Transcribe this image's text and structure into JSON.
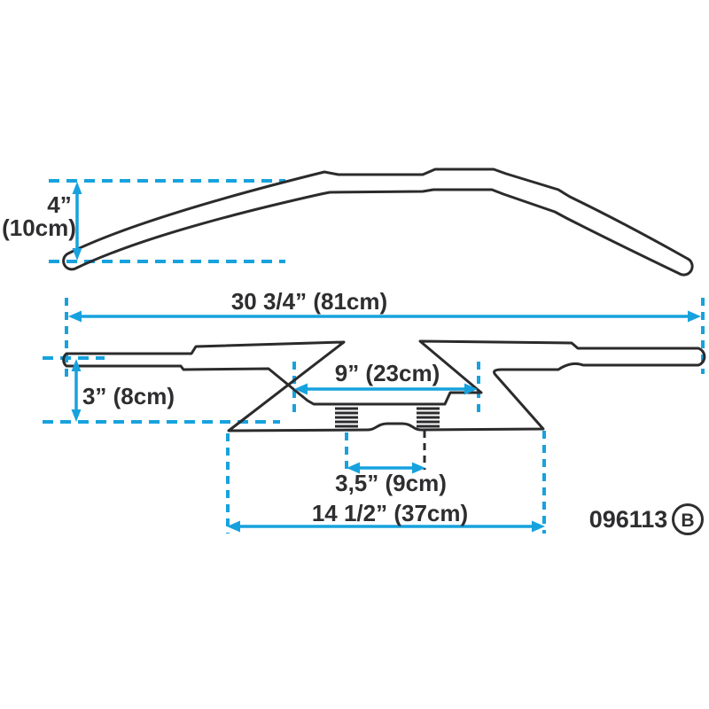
{
  "colors": {
    "accent_cyan": "#17A2DE",
    "ink": "#2B2B2D",
    "text": "#2E2E30",
    "background": "#FFFFFF"
  },
  "front_view": {
    "rise": {
      "value": "4”",
      "metric": "(10cm)"
    }
  },
  "dimensions": {
    "overall_width": "30 3/4” (81cm)",
    "pullback": "3” (8cm)",
    "center_width": "9” (23cm)",
    "knurl_spacing": "3,5” (9cm)",
    "lower_width": "14 1/2” (37cm)"
  },
  "part": {
    "number": "096113",
    "revision": "B"
  }
}
